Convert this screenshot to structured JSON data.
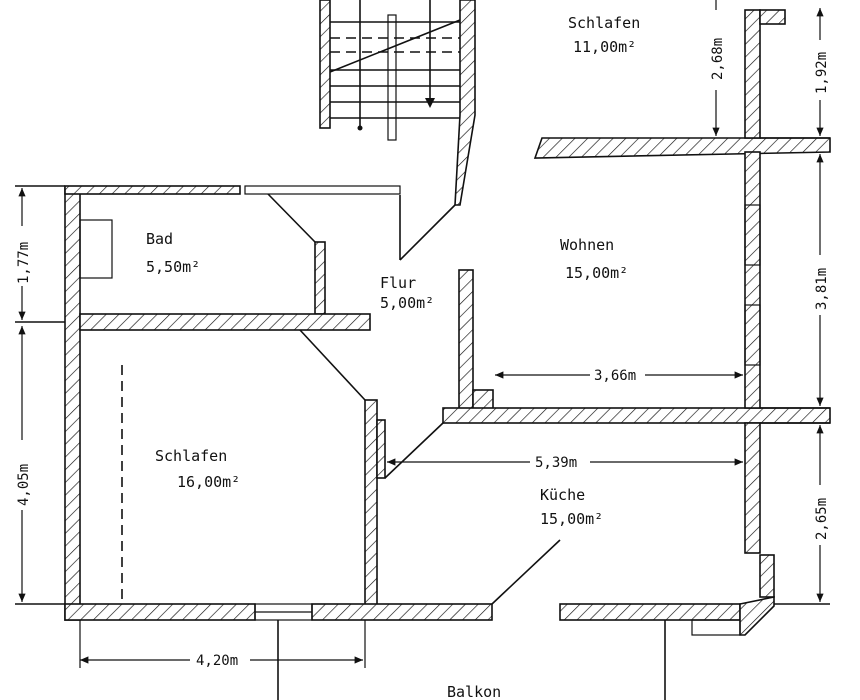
{
  "rooms": {
    "schlafen_top": {
      "name": "Schlafen",
      "area": "11,00m²"
    },
    "bad": {
      "name": "Bad",
      "area": "5,50m²"
    },
    "flur": {
      "name": "Flur",
      "area": "5,00m²"
    },
    "wohnen": {
      "name": "Wohnen",
      "area": "15,00m²"
    },
    "schlafen_left": {
      "name": "Schlafen",
      "area": "16,00m²"
    },
    "kueche": {
      "name": "Küche",
      "area": "15,00m²"
    },
    "balkon": {
      "name": "Balkon"
    }
  },
  "dimensions": {
    "d_268": "2,68m",
    "d_192": "1,92m",
    "d_177": "1,77m",
    "d_381": "3,81m",
    "d_366": "3,66m",
    "d_405": "4,05m",
    "d_539": "5,39m",
    "d_265": "2,65m",
    "d_420": "4,20m"
  }
}
